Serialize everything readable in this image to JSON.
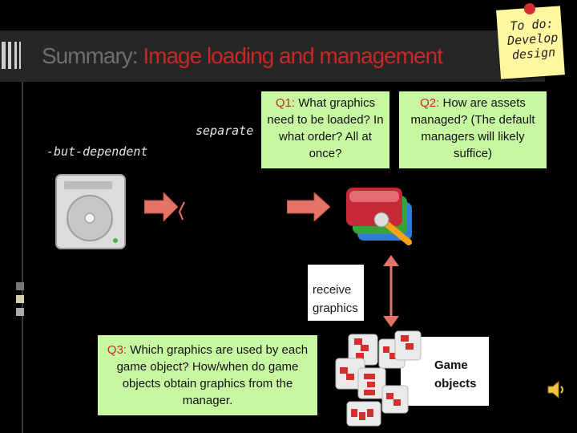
{
  "slide": {
    "title_prefix": "Summary:",
    "title_main": "Image loading and management"
  },
  "note": {
    "text": "To do:\nDevelop\ndesign"
  },
  "labels": {
    "separate": "separate",
    "but_dependent": "-but-dependent",
    "receive_line1": "receive",
    "receive_line2": "graphics",
    "game_line1": "Game",
    "game_line2": "objects"
  },
  "q1": {
    "label": "Q1:",
    "text": "What graphics need to be loaded? In what order? All at once?"
  },
  "q2": {
    "label": "Q2:",
    "text": "How are assets managed? (The default managers will likely suffice)"
  },
  "q3": {
    "label": "Q3:",
    "text": "Which graphics are used by each game object? How/when do game objects obtain graphics from the manager."
  },
  "colors": {
    "accent_red": "#c62828",
    "question_box": "#c8f7a1",
    "arrow_fill": "#e57368",
    "note": "#fff8a0"
  },
  "icons": [
    "hard-drive-icon",
    "arrow-right-icon",
    "graphics-manager-icon",
    "double-arrow-icon",
    "game-object-icon",
    "speaker-icon"
  ]
}
